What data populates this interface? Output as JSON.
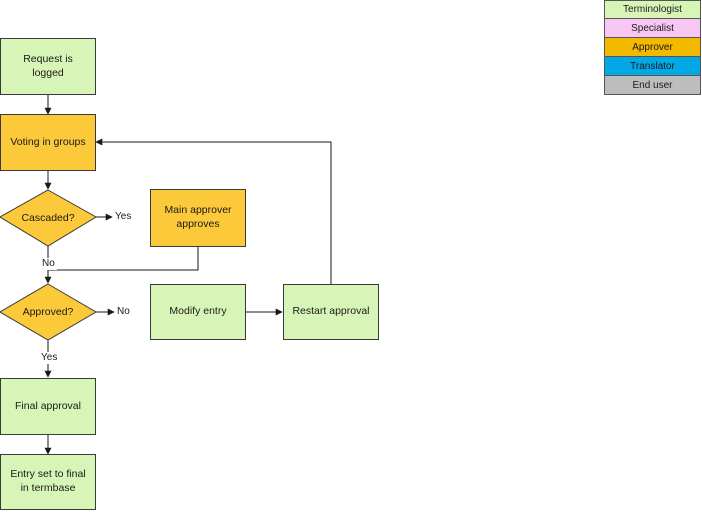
{
  "nodes": {
    "request_logged": "Request is logged",
    "voting_in_groups": "Voting in groups",
    "cascaded": "Cascaded?",
    "main_approver": "Main approver approves",
    "approved": "Approved?",
    "modify_entry": "Modify entry",
    "restart_approval": "Restart approval",
    "final_approval": "Final approval",
    "entry_set_final": "Entry set to final in termbase"
  },
  "edge_labels": {
    "cascaded_yes": "Yes",
    "cascaded_no": "No",
    "approved_no": "No",
    "approved_yes": "Yes"
  },
  "legend": [
    {
      "label": "Terminologist",
      "color": "#d8f5b8"
    },
    {
      "label": "Specialist",
      "color": "#f8c6f3"
    },
    {
      "label": "Approver",
      "color": "#f3b800"
    },
    {
      "label": "Translator",
      "color": "#00a8e6"
    },
    {
      "label": "End user",
      "color": "#bdbdbd"
    }
  ],
  "colors": {
    "terminologist_box": "#d8f5b8",
    "approver_box": "#fcc93b",
    "line": "#1a1a1a"
  }
}
